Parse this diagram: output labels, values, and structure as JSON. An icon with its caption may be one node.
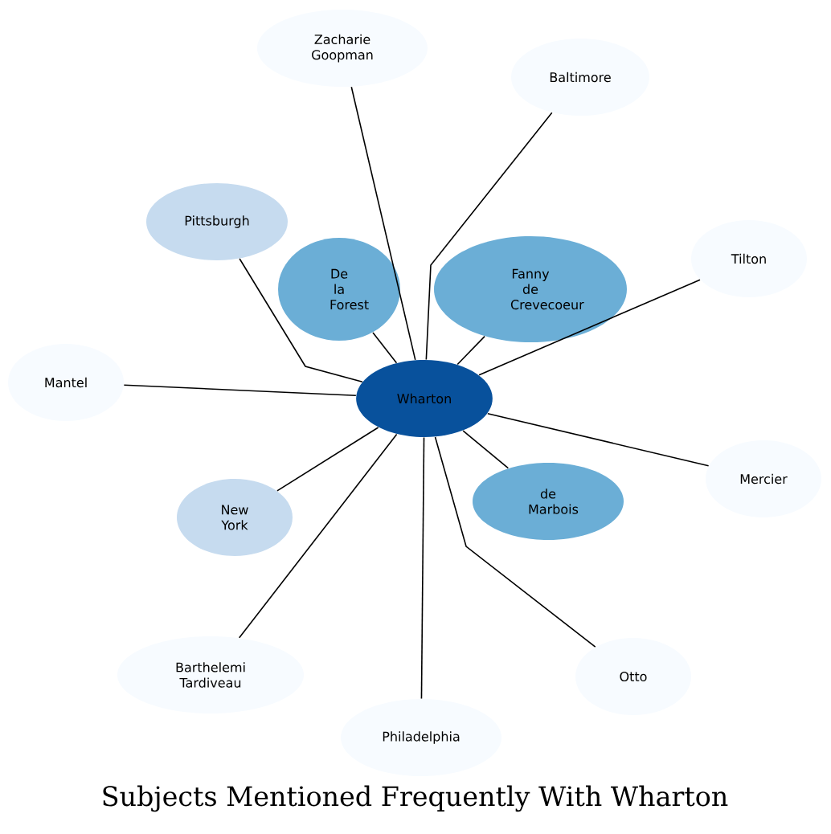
{
  "diagram": {
    "title": "Subjects Mentioned Frequently With Wharton",
    "nodes": [
      {
        "text": [
          "Wharton"
        ]
      },
      {
        "text": [
          "Zacharie Goopman"
        ]
      },
      {
        "text": [
          "Baltimore"
        ]
      },
      {
        "text": [
          "Pittsburgh"
        ]
      },
      {
        "text": [
          "De la Forest"
        ]
      },
      {
        "text": [
          "Fanny de Crevecoeur"
        ]
      },
      {
        "text": [
          "Tilton"
        ]
      },
      {
        "text": [
          "Mantel"
        ]
      },
      {
        "text": [
          "Mercier"
        ]
      },
      {
        "text": [
          "New York"
        ]
      },
      {
        "text": [
          "de Marbois"
        ]
      },
      {
        "text": [
          "Barthelemi Tardiveau"
        ]
      },
      {
        "text": [
          "Otto"
        ]
      },
      {
        "text": [
          "Philadelphia"
        ]
      }
    ],
    "edges": [
      {
        "from": 0,
        "to": 1,
        "arrow": "none"
      },
      {
        "from": 0,
        "to": 2,
        "arrow": "none"
      },
      {
        "from": 0,
        "to": 3,
        "arrow": "none"
      },
      {
        "from": 0,
        "to": 4,
        "arrow": "none"
      },
      {
        "from": 0,
        "to": 5,
        "arrow": "none"
      },
      {
        "from": 0,
        "to": 6,
        "arrow": "none"
      },
      {
        "from": 0,
        "to": 7,
        "arrow": "none"
      },
      {
        "from": 0,
        "to": 8,
        "arrow": "none"
      },
      {
        "from": 0,
        "to": 9,
        "arrow": "none"
      },
      {
        "from": 0,
        "to": 10,
        "arrow": "none"
      },
      {
        "from": 0,
        "to": 11,
        "arrow": "none"
      },
      {
        "from": 0,
        "to": 12,
        "arrow": "none"
      },
      {
        "from": 0,
        "to": 13,
        "arrow": "none"
      }
    ]
  }
}
